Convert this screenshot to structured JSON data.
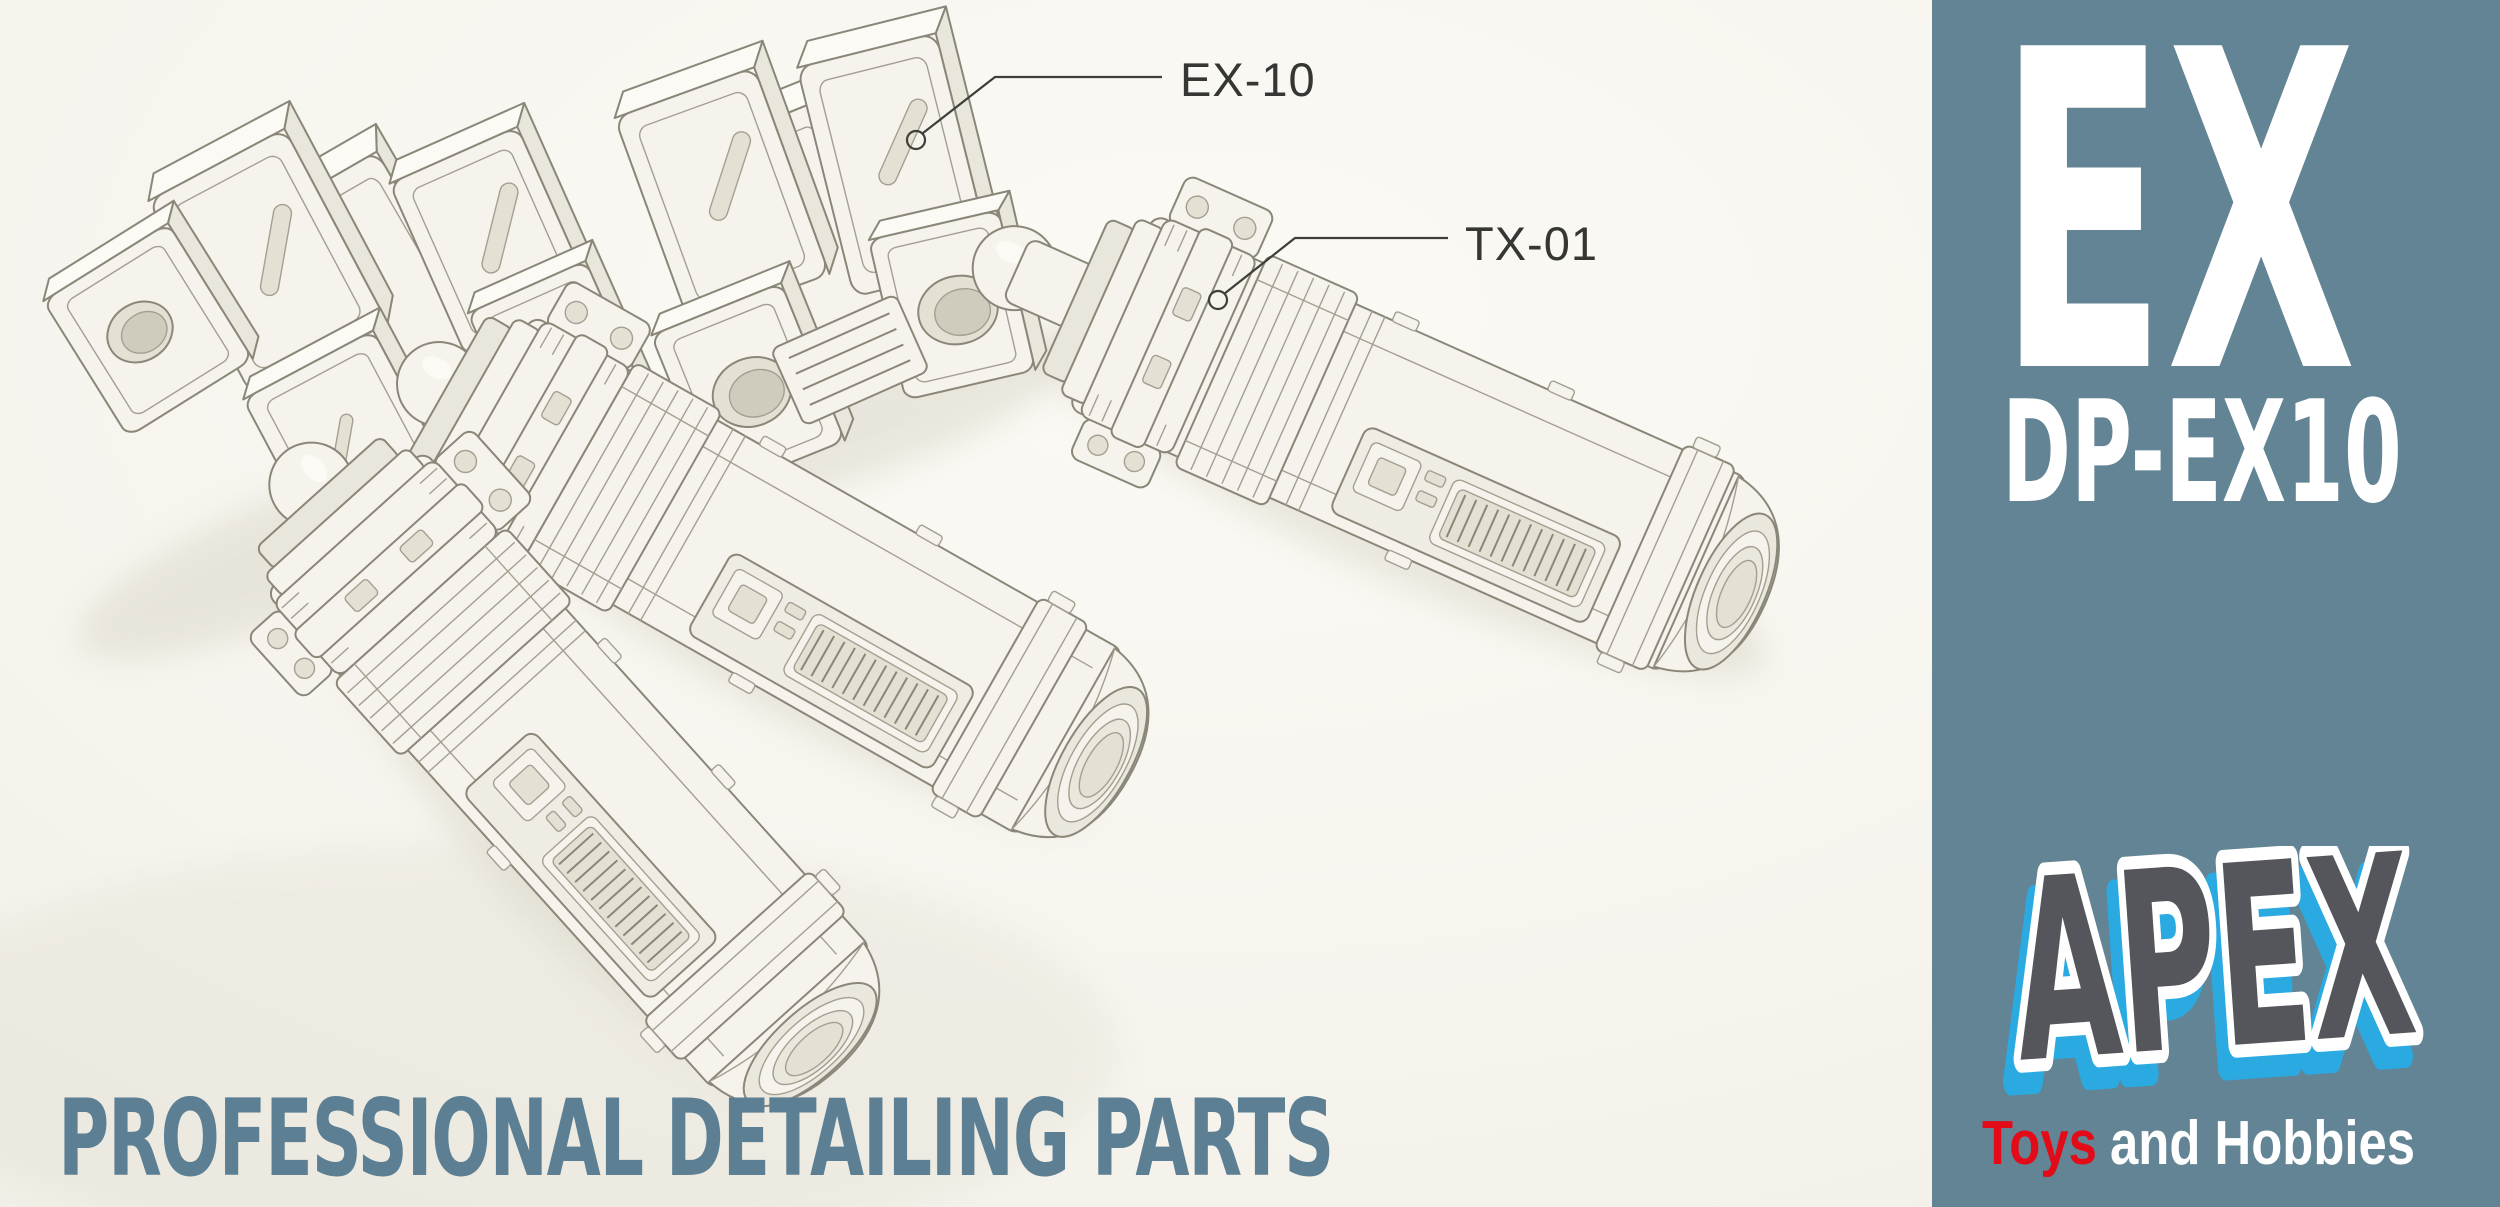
{
  "scene": {
    "headline": "PROFESSIONAL DETAILING PARTS",
    "callouts": [
      {
        "label": "EX-10"
      },
      {
        "label": "TX-01"
      }
    ],
    "parts": [
      {
        "name": "detail-block-cluster-left"
      },
      {
        "name": "detail-block-cluster-center"
      },
      {
        "name": "thruster-cylinder-left"
      },
      {
        "name": "thruster-cylinder-middle"
      },
      {
        "name": "thruster-cylinder-right"
      }
    ]
  },
  "panel": {
    "series": "EX",
    "code": "DP-EX10",
    "logo": {
      "text": "APEX",
      "tagline_primary": "Toys",
      "tagline_secondary": "and Hobbies"
    }
  },
  "colors": {
    "render_background": "#f6f4ed",
    "panel_background": "#628494",
    "headline_text": "#5c7f93",
    "callout_text": "#363634",
    "panel_text": "#ffffff",
    "logo_dark": "#54565b",
    "logo_blue": "#2baae2",
    "tagline_red": "#e30b17",
    "tagline_white": "#ffffff",
    "lineart_stroke": "#8a8678"
  }
}
